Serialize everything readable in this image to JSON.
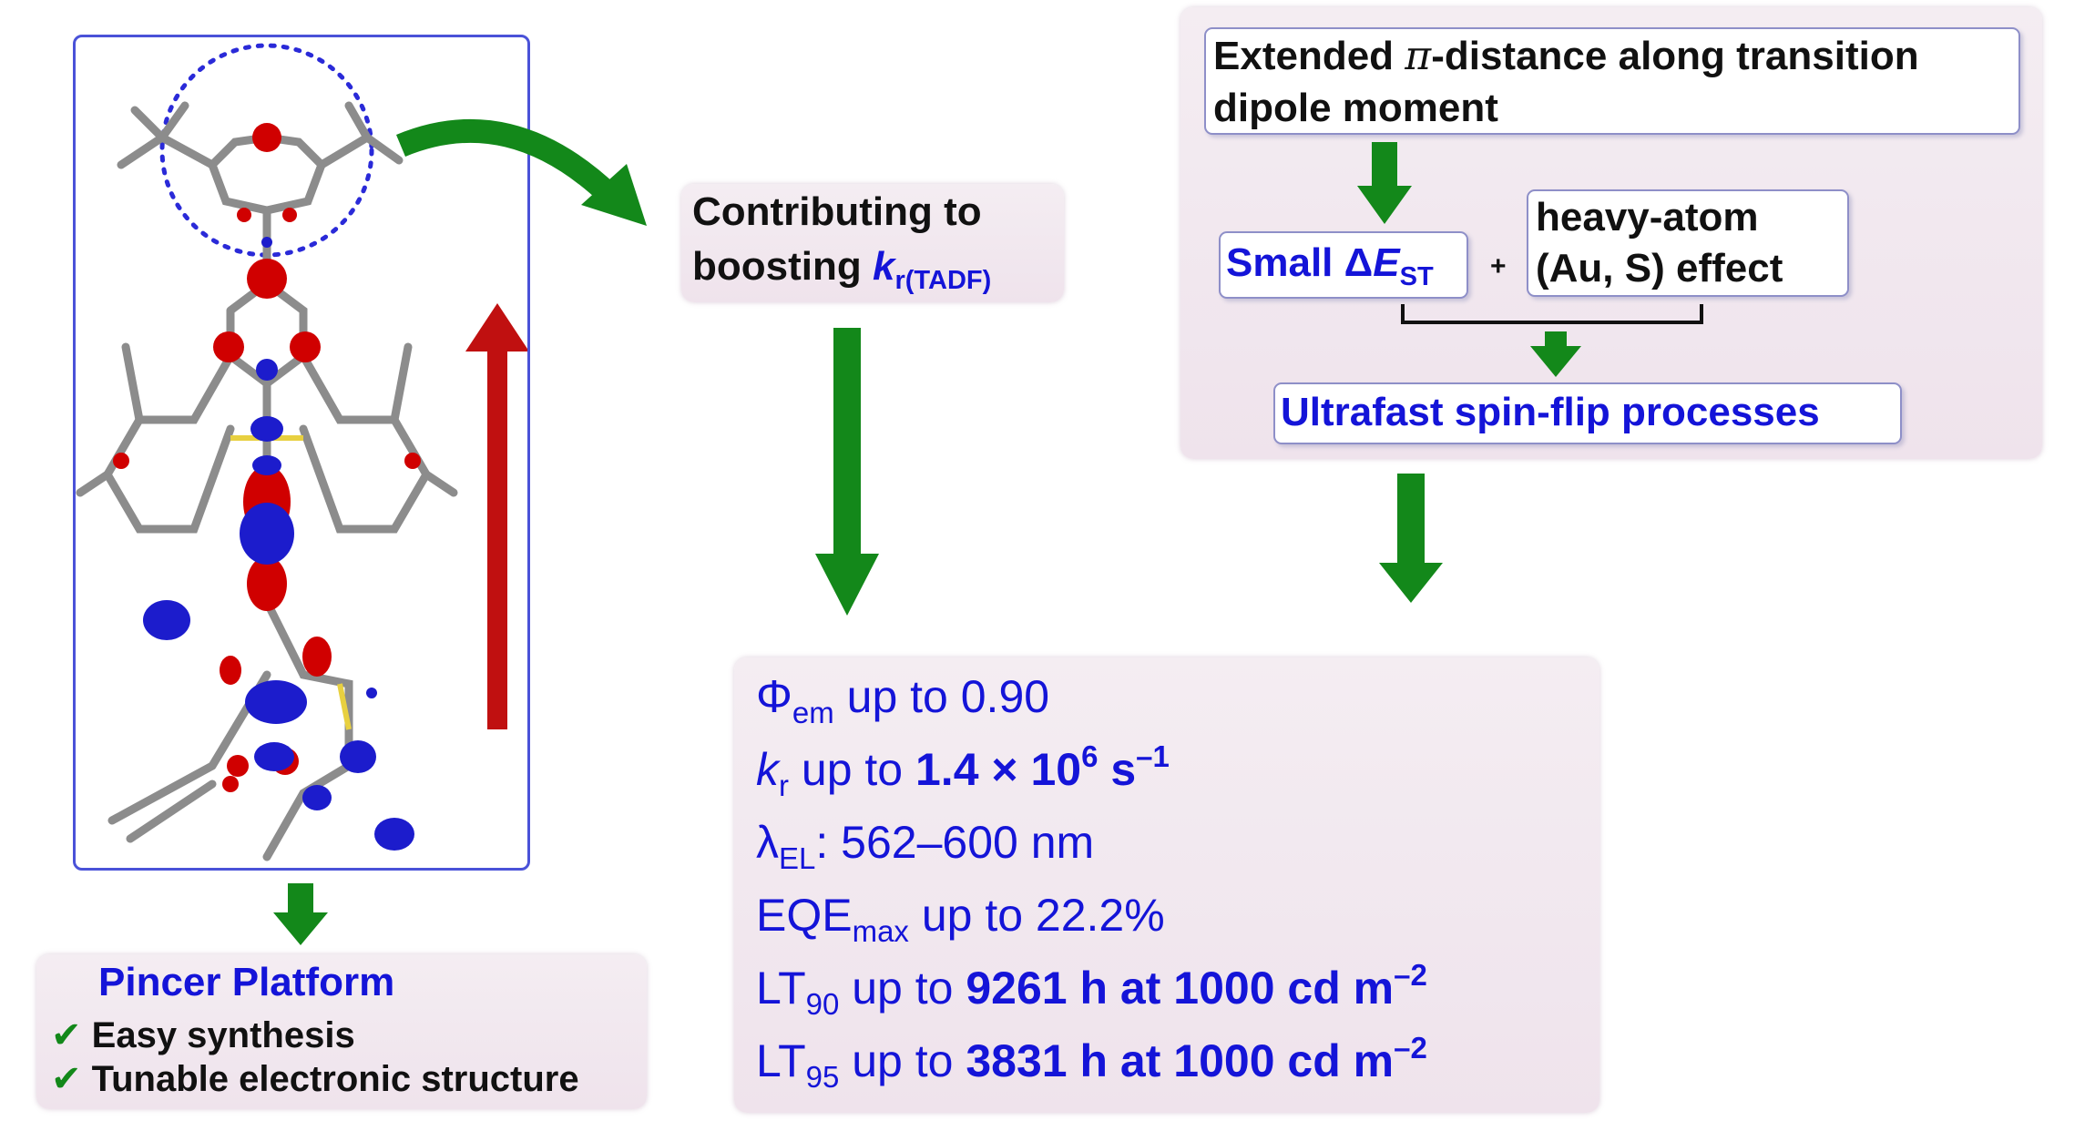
{
  "molecule_panel": {
    "accent_color": "#4a52d8"
  },
  "pincer": {
    "title": "Pincer Platform",
    "items": [
      "Easy synthesis",
      "Tunable electronic structure"
    ]
  },
  "contrib": {
    "line1": "Contributing to",
    "line2_prefix": "boosting ",
    "k": "k",
    "k_sub": "r(TADF)"
  },
  "top_right": {
    "extended_line1_a": "Extended ",
    "pi": "π",
    "extended_line1_b": "-distance along transition",
    "extended_line2": "dipole moment",
    "small_prefix": "Small Δ",
    "small_E": "E",
    "small_sub": "ST",
    "plus": "+",
    "heavy_line1": "heavy-atom",
    "heavy_line2": "(Au, S) effect",
    "ultrafast": "Ultrafast spin-flip processes"
  },
  "results": {
    "phi": "Φ",
    "phi_sub": "em",
    "phi_text": " up to 0.90",
    "kr": "k",
    "kr_sub": "r",
    "kr_text": " up to ",
    "kr_val": "1.4 × 10",
    "kr_exp": "6",
    "kr_unit": " s",
    "kr_unit_exp": "–1",
    "lambda": "λ",
    "lambda_sub": "EL",
    "lambda_text": ": 562–600 nm",
    "eqe": "EQE",
    "eqe_sub": "max",
    "eqe_text": " up to 22.2%",
    "lt90": "LT",
    "lt90_sub": "90",
    "lt90_text": " up to ",
    "lt90_val": "9261 h at 1000 cd m",
    "lt90_exp": "–2",
    "lt95": "LT",
    "lt95_sub": "95",
    "lt95_text": " up to ",
    "lt95_val": "3831 h at 1000 cd m",
    "lt95_exp": "–2"
  },
  "colors": {
    "arrow_green": "#13881a",
    "arrow_red": "#c01010",
    "text_blue": "#1414d8",
    "lobe_red": "#d00000",
    "lobe_blue": "#1c1ccc"
  }
}
